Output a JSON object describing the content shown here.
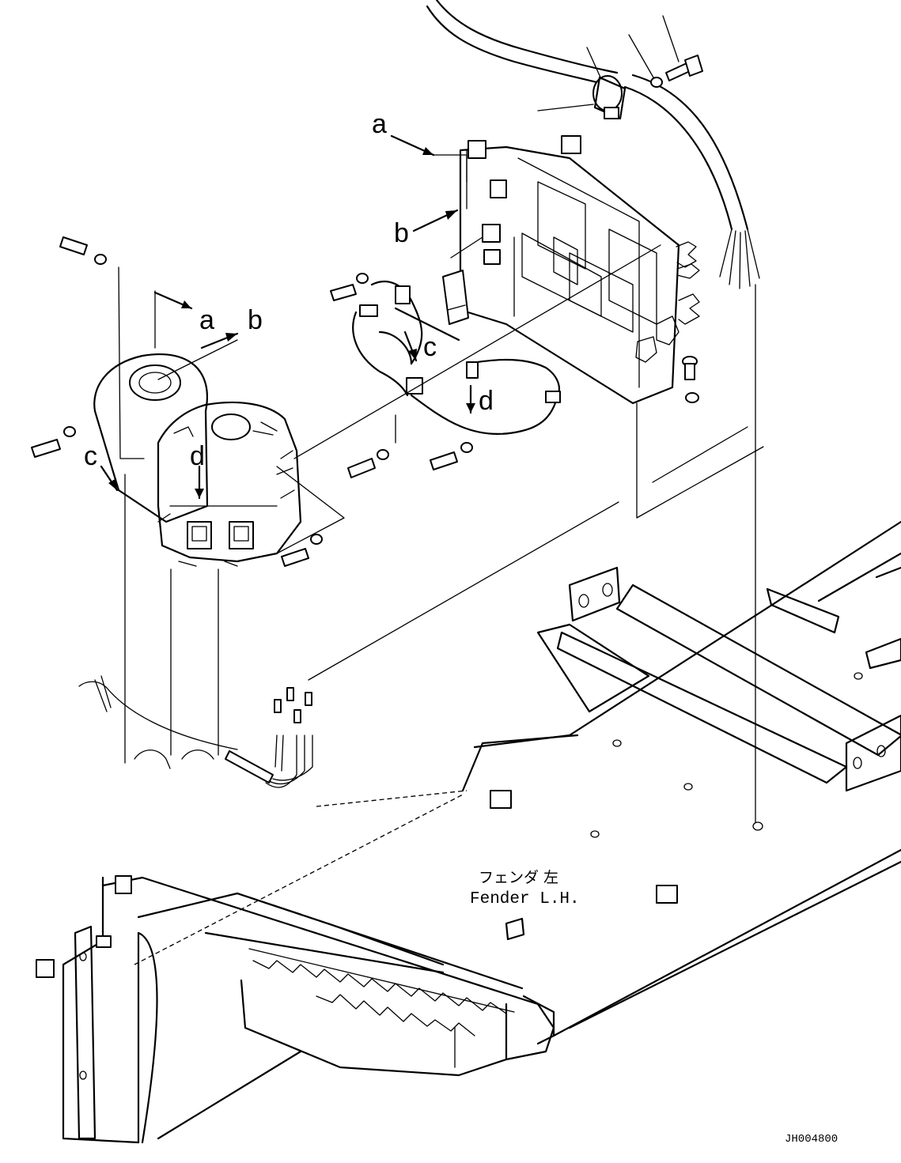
{
  "callouts": {
    "a_upper": "a",
    "b_upper": "b",
    "c_upper": "c",
    "d_upper": "d",
    "a_left": "a",
    "b_left": "b",
    "c_left": "c",
    "d_left": "d"
  },
  "fender_label": {
    "japanese": "フェンダ 左",
    "english": "Fender L.H."
  },
  "drawing_code": "JH004800"
}
